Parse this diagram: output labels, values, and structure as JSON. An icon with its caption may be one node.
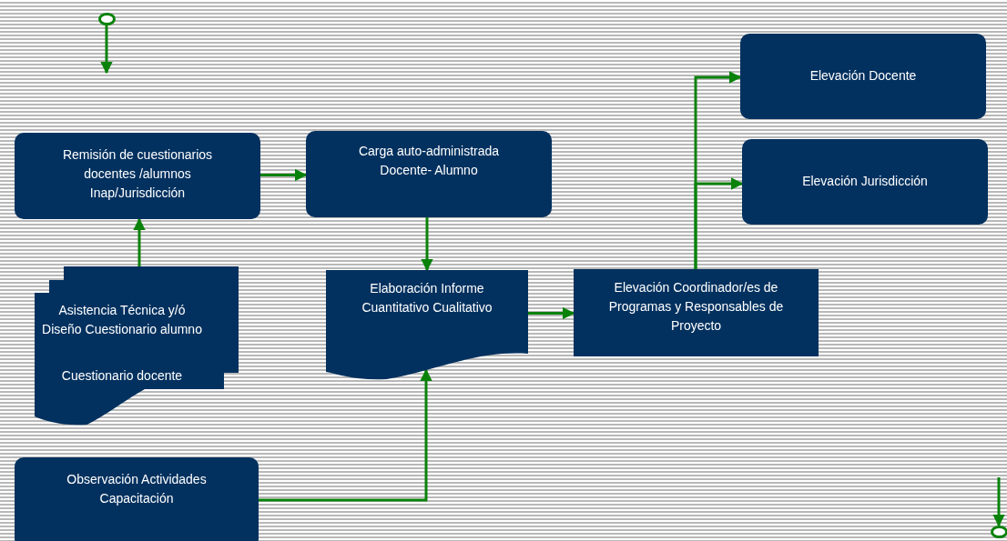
{
  "diagram": {
    "nodes": [
      {
        "text": [
          "Remisión de cuestionarios docentes /alumnos Inap/Jurisdicción"
        ]
      },
      {
        "text": [
          "Carga auto-administrada Docente- Alumno"
        ]
      },
      {
        "text": [
          "Asistencia Técnica y/ó Diseño Cuestionario alumno",
          "Cuestionario docente"
        ]
      },
      {
        "text": [
          "Elaboración Informe Cuantitativo Cualitativo"
        ]
      },
      {
        "text": [
          "Elevación Coordinador/es de Programas y Responsables de Proyecto"
        ]
      },
      {
        "text": [
          "Elevación Docente"
        ]
      },
      {
        "text": [
          "Elevación Jurisdicción"
        ]
      },
      {
        "text": [
          "Observación Actividades Capacitación"
        ]
      },
      {
        "text": [],
        "shape": "circle"
      },
      {
        "text": [],
        "shape": "circle"
      }
    ],
    "edges": [
      {
        "from": 8,
        "to": null,
        "arrow": "to"
      },
      {
        "from": 0,
        "to": 1,
        "arrow": "to"
      },
      {
        "from": 2,
        "to": 0,
        "arrow": "to"
      },
      {
        "from": 1,
        "to": 3,
        "arrow": "to"
      },
      {
        "from": 3,
        "to": 4,
        "arrow": "to"
      },
      {
        "from": 7,
        "to": 3,
        "arrow": "to"
      },
      {
        "from": 4,
        "to": 5,
        "arrow": "to"
      },
      {
        "from": 4,
        "to": 6,
        "arrow": "to"
      },
      {
        "from": null,
        "to": 9,
        "arrow": "to"
      }
    ]
  }
}
